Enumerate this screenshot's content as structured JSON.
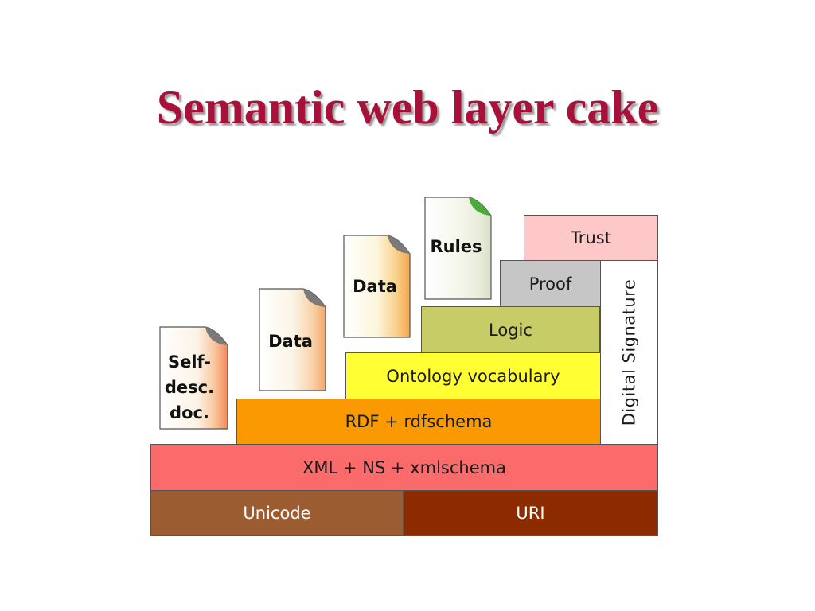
{
  "title": "Semantic web layer cake",
  "layers": {
    "unicode": {
      "label": "Unicode",
      "color": "#9b5c32"
    },
    "uri": {
      "label": "URI",
      "color": "#8c2a00"
    },
    "xml": {
      "label": "XML + NS + xmlschema",
      "color": "#fb6b6b"
    },
    "rdf": {
      "label": "RDF + rdfschema",
      "color": "#fb9a00"
    },
    "ontology": {
      "label": "Ontology vocabulary",
      "color": "#ffff33"
    },
    "logic": {
      "label": "Logic",
      "color": "#c8cc66"
    },
    "proof": {
      "label": "Proof",
      "color": "#c6c6c6"
    },
    "trust": {
      "label": "Trust",
      "color": "#ffc8c8"
    },
    "digital_signature": {
      "label": "Digital Signature",
      "color": "#ffffff"
    }
  },
  "documents": {
    "self_desc": {
      "label_lines": [
        "Self-",
        "desc.",
        "doc."
      ],
      "accent": "#f28a5a"
    },
    "data_1": {
      "label": "Data",
      "accent": "#f5a66a"
    },
    "data_2": {
      "label": "Data",
      "accent": "#f5a64a"
    },
    "rules": {
      "label": "Rules",
      "accent": "#4aaa3a"
    }
  }
}
